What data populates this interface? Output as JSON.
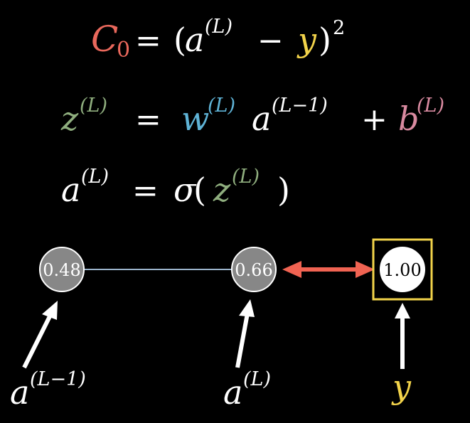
{
  "colors": {
    "background": "#000000",
    "text": "#ffffff",
    "cost": "#e9685c",
    "target": "#f2d34a",
    "z": "#8fae7e",
    "weight": "#5fb3d6",
    "bias": "#d98aa0",
    "neuron_fill": "#878787",
    "arrow_double": "#f06352",
    "target_box": "#f2d34a",
    "connection": "#9bb4cc"
  },
  "equations": {
    "cost": {
      "c": "C",
      "sub0": "0",
      "eq": "=",
      "open": "(",
      "a": "a",
      "sup_L": "(L)",
      "minus": "−",
      "y": "y",
      "close": ")",
      "pow": "2"
    },
    "preactivation": {
      "z": "z",
      "z_sup": "(L)",
      "eq": "=",
      "w": "w",
      "w_sup": "(L)",
      "a": "a",
      "a_sup": "(L−1)",
      "plus": "+",
      "b": "b",
      "b_sup": "(L)"
    },
    "activation": {
      "a": "a",
      "a_sup": "(L)",
      "eq": "=",
      "sigma": "σ",
      "open": "(",
      "z": "z",
      "z_sup": "(L)",
      "close": ")"
    }
  },
  "neurons": {
    "prev_value": "0.48",
    "last_value": "0.66",
    "target_value": "1.00"
  },
  "labels": {
    "prev_a": "a",
    "prev_sup": "(L−1)",
    "last_a": "a",
    "last_sup": "(L)",
    "target_y": "y"
  }
}
